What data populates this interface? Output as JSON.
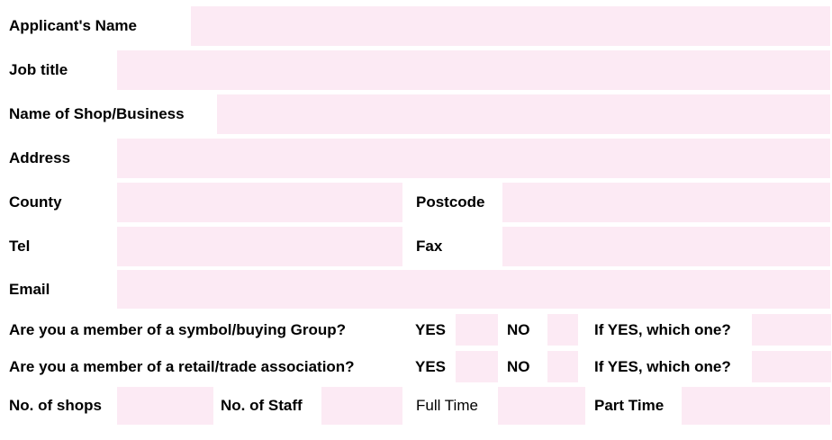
{
  "colors": {
    "field_bg": "#fceaf4",
    "text": "#000000",
    "page_bg": "#ffffff"
  },
  "labels": {
    "applicant": "Applicant's Name",
    "job_title": "Job title",
    "shop": "Name of Shop/Business",
    "address": "Address",
    "county": "County",
    "postcode": "Postcode",
    "tel": "Tel",
    "fax": "Fax",
    "email": "Email"
  },
  "questions": [
    {
      "text": "Are you a member of a symbol/buying Group?",
      "yes": "YES",
      "no": "NO",
      "followup": "If YES, which one?"
    },
    {
      "text": "Are you a member of a retail/trade association?",
      "yes": "YES",
      "no": "NO",
      "followup": "If YES, which one?"
    }
  ],
  "counts": {
    "shops": "No. of shops",
    "staff": "No. of Staff",
    "full_time": "Full Time",
    "part_time": "Part Time"
  }
}
